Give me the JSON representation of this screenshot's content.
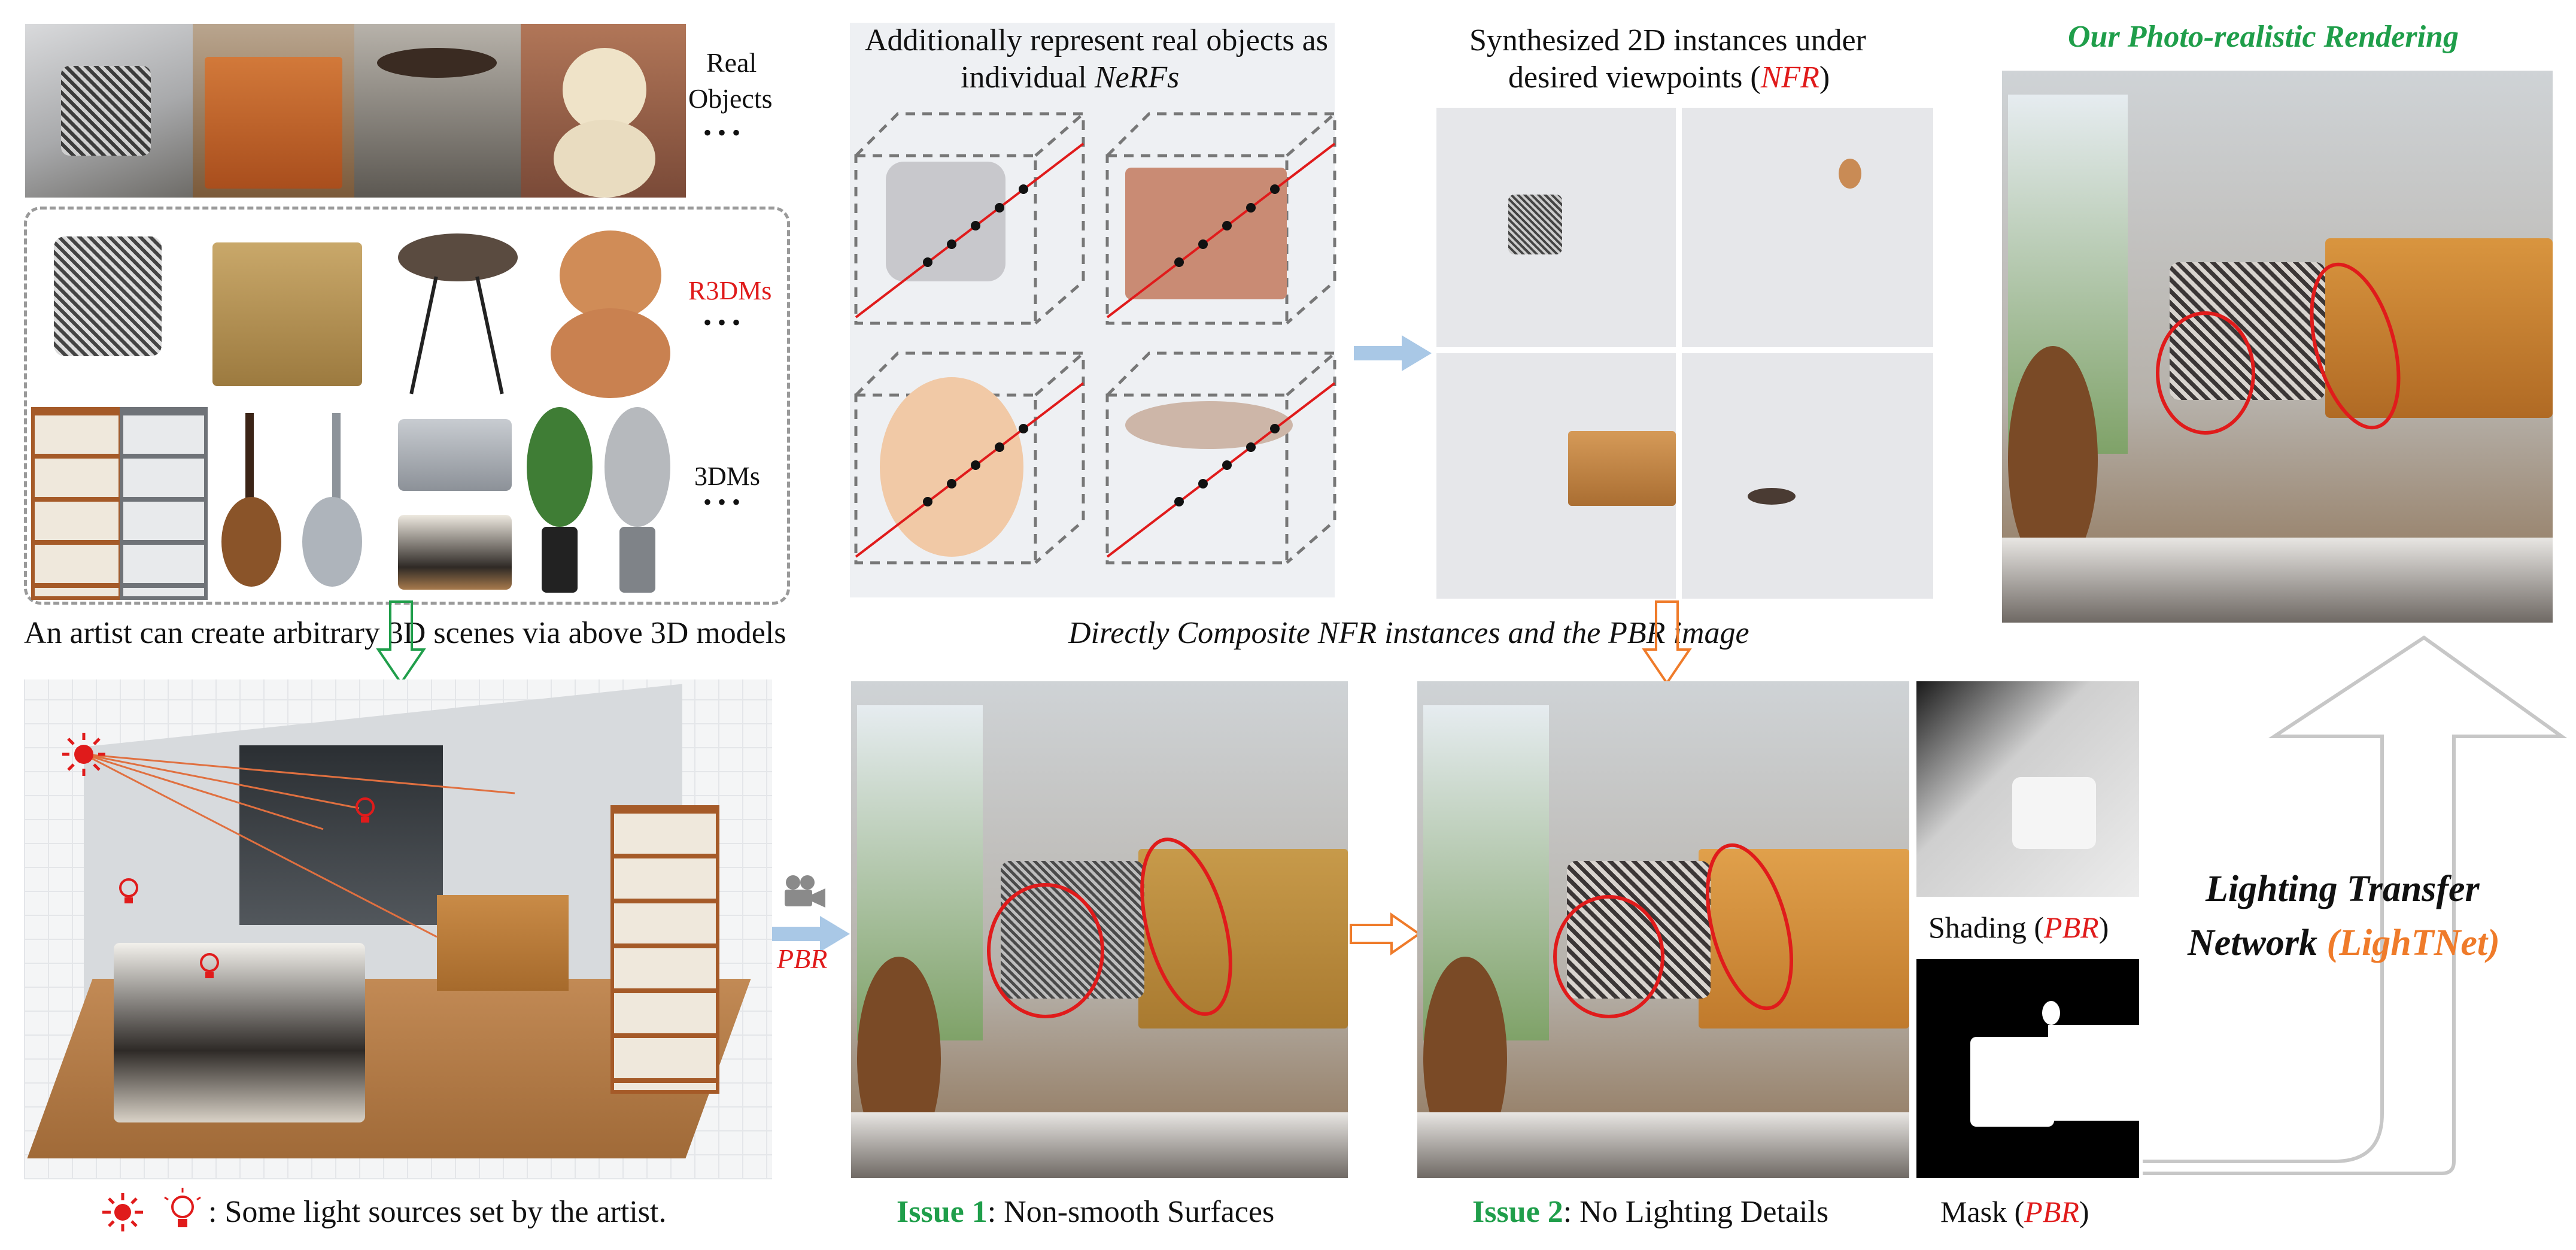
{
  "labels": {
    "real_objects_line1": "Real",
    "real_objects_line2": "Objects",
    "ellipsis": "• • •",
    "r3dms": "R3DMs",
    "three_dms": "3DMs",
    "artist_caption": "An artist can create arbitrary 3D scenes via above 3D models",
    "nerf_line1": "Additionally represent real objects as",
    "nerf_line2_pre": "individual ",
    "nerf_line2_em": "NeRFs",
    "synth_line1": "Synthesized 2D instances under",
    "synth_line2_pre": "desired viewpoints (",
    "synth_line2_em": "NFR",
    "synth_line2_post": ")",
    "photo_title": "Our Photo-realistic Rendering",
    "composite_caption": "Directly Composite NFR instances and the PBR image",
    "pbr": "PBR",
    "light_legend": ": Some light sources set by the artist.",
    "issue1_label": "Issue 1",
    "issue1_text": ": Non-smooth Surfaces",
    "issue2_label": "Issue 2",
    "issue2_text": ": No Lighting Details",
    "shading_pre": "Shading (",
    "shading_em": "PBR",
    "shading_post": ")",
    "mask_pre": "Mask (",
    "mask_em": "PBR",
    "mask_post": ")",
    "lightnet_line1": "Lighting Transfer",
    "lightnet_line2_pre": "Network ",
    "lightnet_line2_em": "(LighTNet)"
  },
  "colors": {
    "red": "#e01b1b",
    "green": "#1f9e4a",
    "orange": "#ef7b2a",
    "arrow_blue": "#a9c8e6",
    "dash_gray": "#9a9a9a"
  },
  "icons": [
    "sun-icon",
    "bulb-icon",
    "camera-icon",
    "arrow-right-icon",
    "arrow-down-icon",
    "arrow-up-icon"
  ]
}
